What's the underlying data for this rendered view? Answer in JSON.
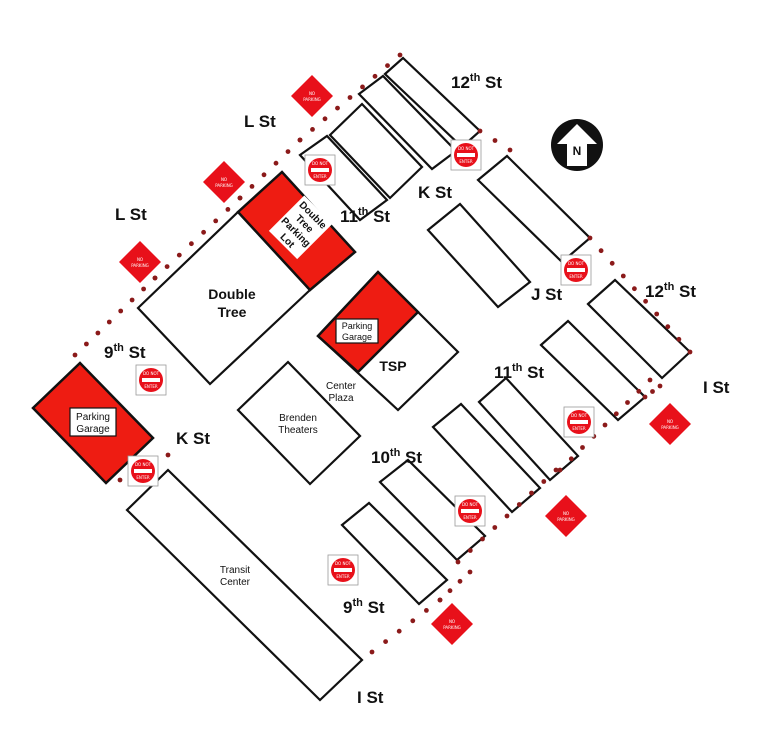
{
  "streets": {
    "l_st_top": "L St",
    "l_st_left": "L St",
    "twelfth_top": "12th St",
    "twelfth_right": "12th St",
    "eleventh_upper": "11th St",
    "eleventh_lower": "11th St",
    "k_st_upper": "K St",
    "k_st_lower": "K St",
    "j_st": "J St",
    "i_st_right": "I St",
    "i_st_bottom": "I St",
    "ninth_left": "9th St",
    "ninth_bottom": "9th St",
    "tenth": "10th St"
  },
  "buildings": {
    "double_tree": [
      "Double",
      "Tree"
    ],
    "double_tree_lot": [
      "Double",
      "Tree",
      "Parking",
      "Lot"
    ],
    "parking_garage_center": [
      "Parking",
      "Garage"
    ],
    "tsp": "TSP",
    "center_plaza": [
      "Center",
      "Plaza"
    ],
    "brenden": [
      "Brenden",
      "Theaters"
    ],
    "parking_garage_left": [
      "Parking",
      "Garage"
    ],
    "transit_center": [
      "Transit",
      "Center"
    ]
  },
  "compass": "N",
  "signs": {
    "no_parking": [
      "NO",
      "PARKING"
    ],
    "do_not_enter": [
      "DO NOT",
      "ENTER"
    ]
  },
  "colors": {
    "parking_red": "#ee1c12",
    "sign_red": "#e8101a",
    "outline": "#111111"
  }
}
